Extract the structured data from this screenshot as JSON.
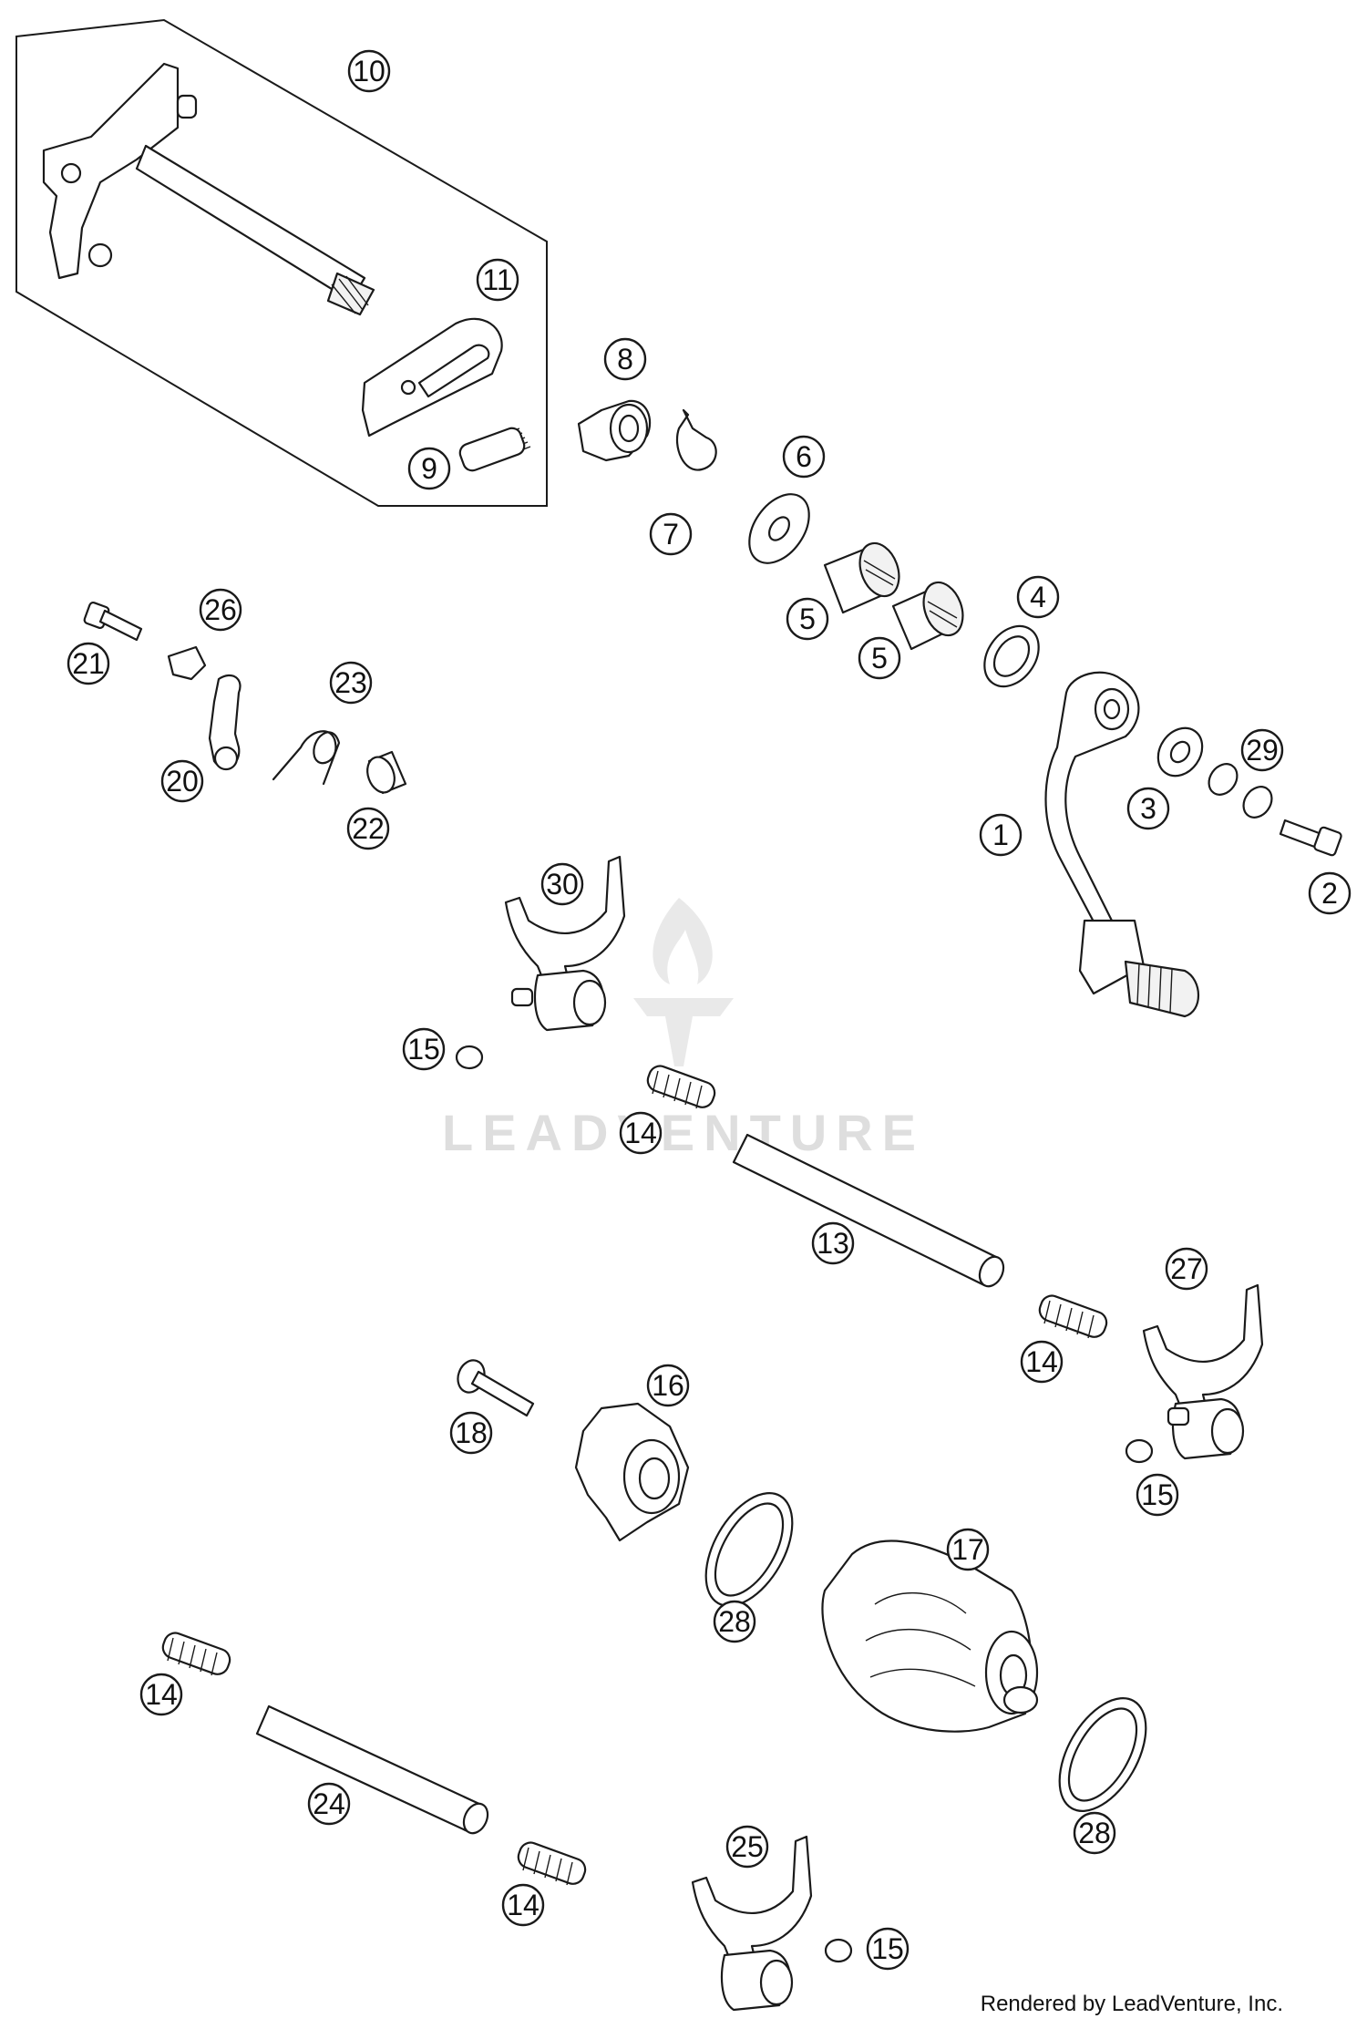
{
  "callouts": [
    {
      "id": "10",
      "label": "10"
    },
    {
      "id": "11",
      "label": "11"
    },
    {
      "id": "8",
      "label": "8"
    },
    {
      "id": "9",
      "label": "9"
    },
    {
      "id": "7",
      "label": "7"
    },
    {
      "id": "6",
      "label": "6"
    },
    {
      "id": "5a",
      "label": "5"
    },
    {
      "id": "5b",
      "label": "5"
    },
    {
      "id": "4",
      "label": "4"
    },
    {
      "id": "21",
      "label": "21"
    },
    {
      "id": "26",
      "label": "26"
    },
    {
      "id": "23",
      "label": "23"
    },
    {
      "id": "20",
      "label": "20"
    },
    {
      "id": "22",
      "label": "22"
    },
    {
      "id": "29",
      "label": "29"
    },
    {
      "id": "3",
      "label": "3"
    },
    {
      "id": "1",
      "label": "1"
    },
    {
      "id": "2",
      "label": "2"
    },
    {
      "id": "30",
      "label": "30"
    },
    {
      "id": "15a",
      "label": "15"
    },
    {
      "id": "14a",
      "label": "14"
    },
    {
      "id": "13",
      "label": "13"
    },
    {
      "id": "27",
      "label": "27"
    },
    {
      "id": "14b",
      "label": "14"
    },
    {
      "id": "16",
      "label": "16"
    },
    {
      "id": "18",
      "label": "18"
    },
    {
      "id": "15b",
      "label": "15"
    },
    {
      "id": "17",
      "label": "17"
    },
    {
      "id": "28a",
      "label": "28"
    },
    {
      "id": "14c",
      "label": "14"
    },
    {
      "id": "24",
      "label": "24"
    },
    {
      "id": "28b",
      "label": "28"
    },
    {
      "id": "25",
      "label": "25"
    },
    {
      "id": "14d",
      "label": "14"
    },
    {
      "id": "15c",
      "label": "15"
    }
  ],
  "watermark": "LEADVENTURE",
  "credit": "Rendered by LeadVenture, Inc."
}
